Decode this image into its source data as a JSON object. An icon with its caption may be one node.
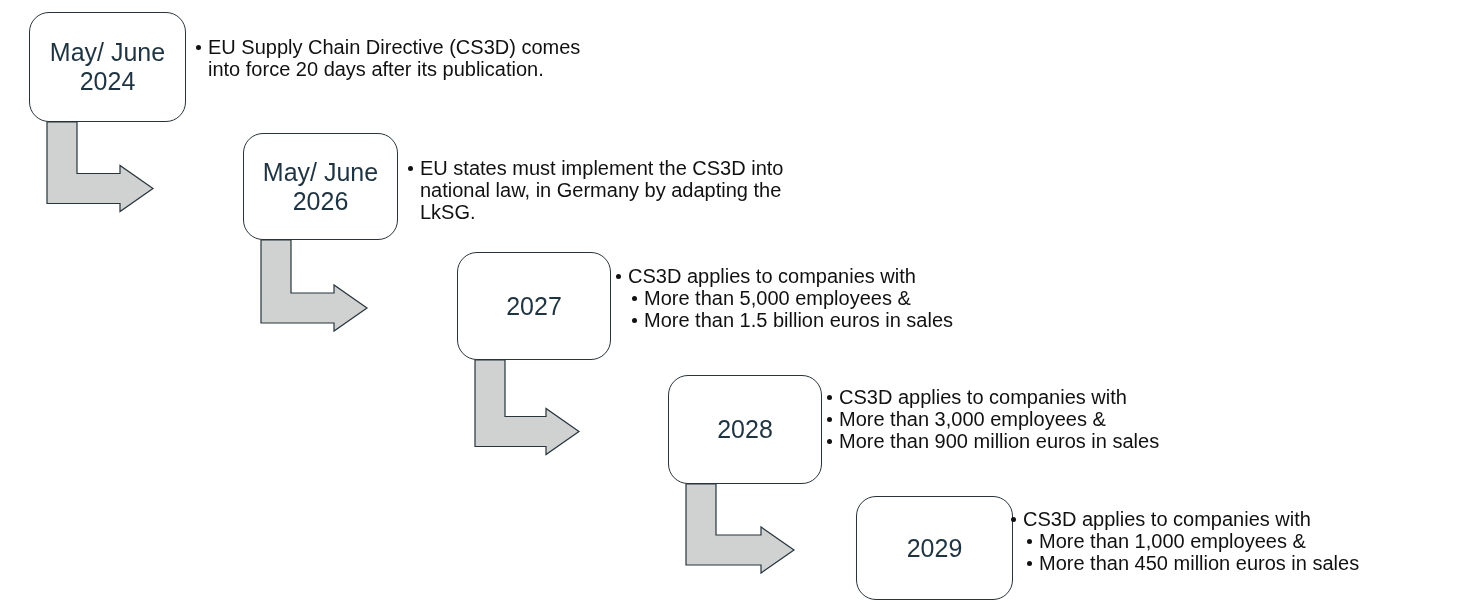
{
  "diagram": {
    "nodes": [
      {
        "text": [
          "May/ June 2024"
        ],
        "beside": [
          "EU Supply Chain Directive (CS3D) comes into force 20 days after its publication."
        ]
      },
      {
        "text": [
          "May/ June 2026"
        ],
        "beside": [
          "EU states must implement the CS3D into national law, in Germany by adapting the LkSG."
        ]
      },
      {
        "text": [
          "2027"
        ],
        "beside": [
          "CS3D applies to companies with",
          "More than 5,000 employees &",
          "More than 1.5 billion euros in sales"
        ]
      },
      {
        "text": [
          "2028"
        ],
        "beside": [
          "CS3D applies to companies with",
          "More than 3,000 employees &",
          "More than 900 million euros in sales"
        ]
      },
      {
        "text": [
          "2029"
        ],
        "beside": [
          "CS3D applies to companies with",
          "More than 1,000 employees &",
          "More than 450 million euros in sales"
        ]
      }
    ],
    "edges": [
      {
        "from": 0,
        "to": 1,
        "arrow": "to"
      },
      {
        "from": 1,
        "to": 2,
        "arrow": "to"
      },
      {
        "from": 2,
        "to": 3,
        "arrow": "to"
      },
      {
        "from": 3,
        "to": 4,
        "arrow": "to"
      }
    ]
  }
}
